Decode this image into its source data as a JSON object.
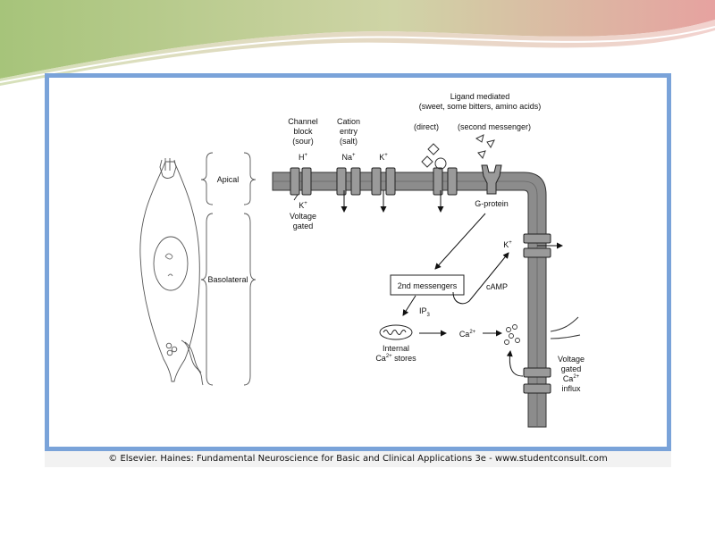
{
  "colors": {
    "header_green": "#a6c47a",
    "header_pink": "#e6a2a0",
    "frame_blue": "#7aa3d9",
    "membrane_gray": "#8c8c8c"
  },
  "figure": {
    "cell_regions": {
      "apical": "Apical",
      "basolateral": "Basolateral"
    },
    "channel_block": {
      "line1": "Channel",
      "line2": "block",
      "line3": "(sour)",
      "ion_base": "H",
      "ion_charge": "+"
    },
    "cation_entry": {
      "line1": "Cation",
      "line2": "entry",
      "line3": "(salt)",
      "ion_base": "Na",
      "ion_charge": "+"
    },
    "apical_potassium": {
      "ion_base": "K",
      "ion_charge": "+"
    },
    "voltage_gated_k": {
      "ion_base": "K",
      "ion_charge": "+",
      "line1": "Voltage",
      "line2": "gated"
    },
    "ligand": {
      "title": "Ligand mediated",
      "subtitle": "(sweet, some bitters, amino acids)",
      "direct": "(direct)",
      "second_messenger": "(second messenger)"
    },
    "g_protein": "G-protein",
    "basal_potassium": {
      "ion_base": "K",
      "ion_charge": "+"
    },
    "second_messengers": "2nd messengers",
    "camp": "cAMP",
    "ip3": {
      "base": "IP",
      "subscript": "3"
    },
    "internal_stores": {
      "line1": "Internal",
      "ion_base": "Ca",
      "ion_charge": "2+",
      "line2_suffix": " stores"
    },
    "calcium": {
      "ion_base": "Ca",
      "ion_charge": "2+"
    },
    "voltage_gated_ca": {
      "line1": "Voltage",
      "line2": "gated",
      "ion_base": "Ca",
      "ion_charge": "2+",
      "line4": "influx"
    }
  },
  "credit": "© Elsevier. Haines: Fundamental Neuroscience for Basic and Clinical Applications 3e - www.studentconsult.com"
}
